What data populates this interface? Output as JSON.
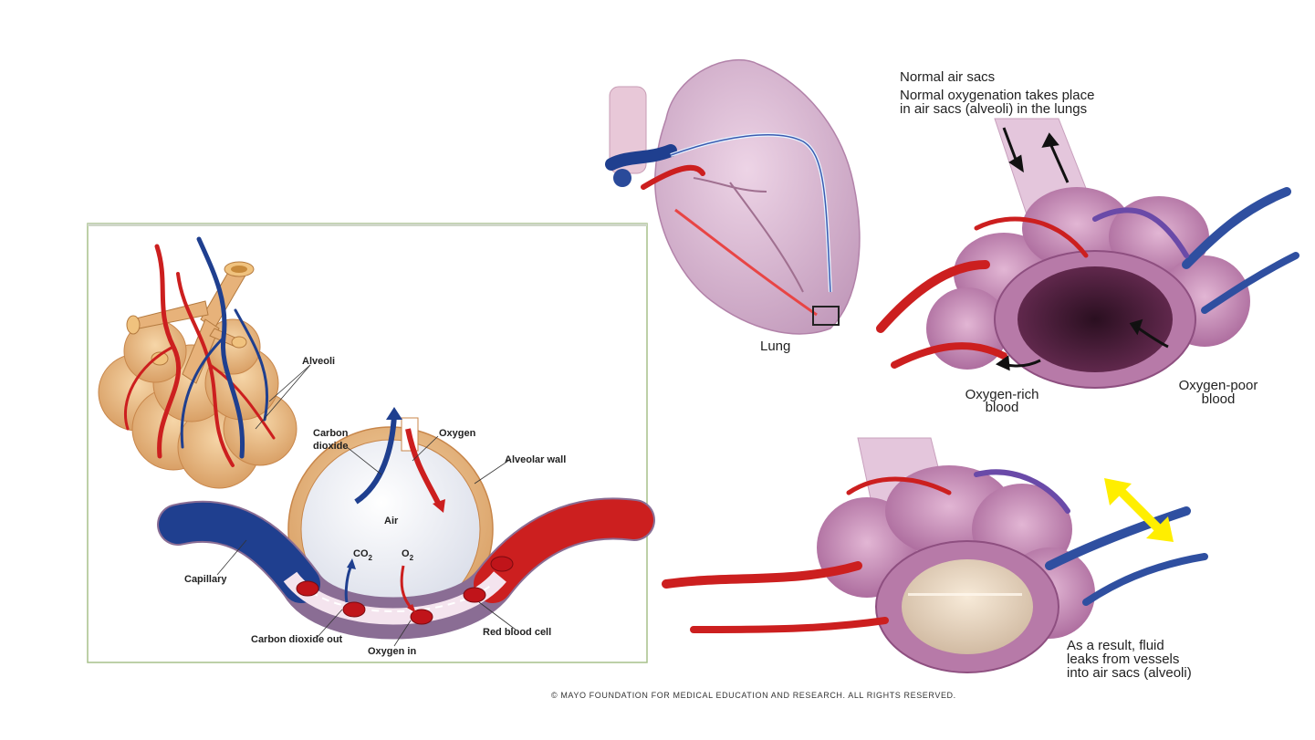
{
  "left_panel": {
    "labels": {
      "alveoli": "Alveoli",
      "carbon_dioxide_1": "Carbon",
      "carbon_dioxide_2": "dioxide",
      "oxygen": "Oxygen",
      "alveolar_wall": "Alveolar wall",
      "air": "Air",
      "co2": "CO",
      "co2_sub": "2",
      "o2": "O",
      "o2_sub": "2",
      "capillary": "Capillary",
      "carbon_dioxide_out": "Carbon dioxide out",
      "oxygen_in": "Oxygen in",
      "red_blood_cell": "Red blood cell"
    }
  },
  "right_panel": {
    "title": "Normal air sacs",
    "subtitle_1": "Normal oxygenation takes place",
    "subtitle_2": "in air sacs (alveoli) in the lungs",
    "lung": "Lung",
    "oxygen_rich_1": "Oxygen-rich",
    "oxygen_rich_2": "blood",
    "oxygen_poor_1": "Oxygen-poor",
    "oxygen_poor_2": "blood",
    "result_1": "As a result, fluid",
    "result_2": "leaks from vessels",
    "result_3": "into air sacs (alveoli)"
  },
  "credit": "© MAYO FOUNDATION FOR MEDICAL EDUCATION AND RESEARCH. ALL RIGHTS RESERVED.",
  "colors": {
    "artery": "#cc1f1f",
    "vein": "#1f3f8f",
    "alveolus_tan": "#e9b982",
    "tissue_pink": "#c98fb6",
    "panel_border": "#a7c08a",
    "highlight": "#ffee00"
  }
}
